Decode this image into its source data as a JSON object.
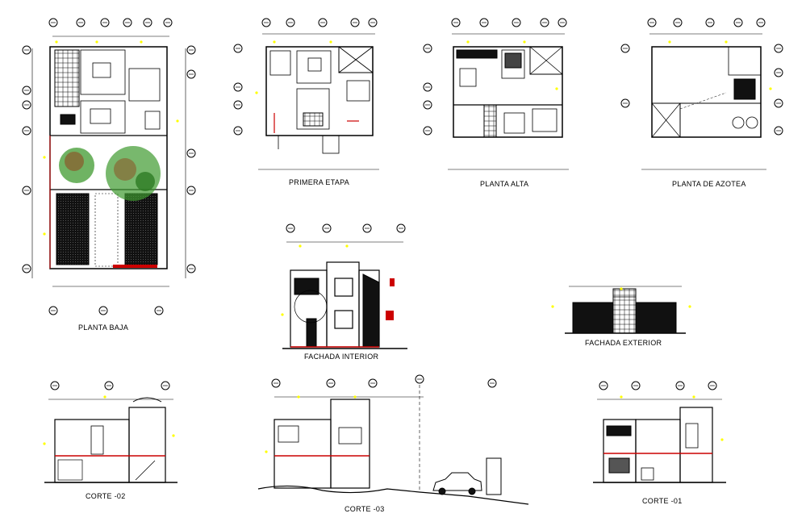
{
  "drawing_labels": {
    "planta_baja": "PLANTA BAJA",
    "primera_etapa": "PRIMERA ETAPA",
    "planta_alta": "PLANTA ALTA",
    "planta_azotea": "PLANTA DE AZOTEA",
    "fachada_interior": "FACHADA INTERIOR",
    "fachada_exterior": "FACHADA EXTERIOR",
    "corte_02": "CORTE -02",
    "corte_03": "CORTE -03",
    "corte_01": "CORTE -01"
  },
  "colors": {
    "line": "#000000",
    "annotation": "#ffff00",
    "accent": "#cc0000",
    "vegetation": "#3f9a2f"
  }
}
